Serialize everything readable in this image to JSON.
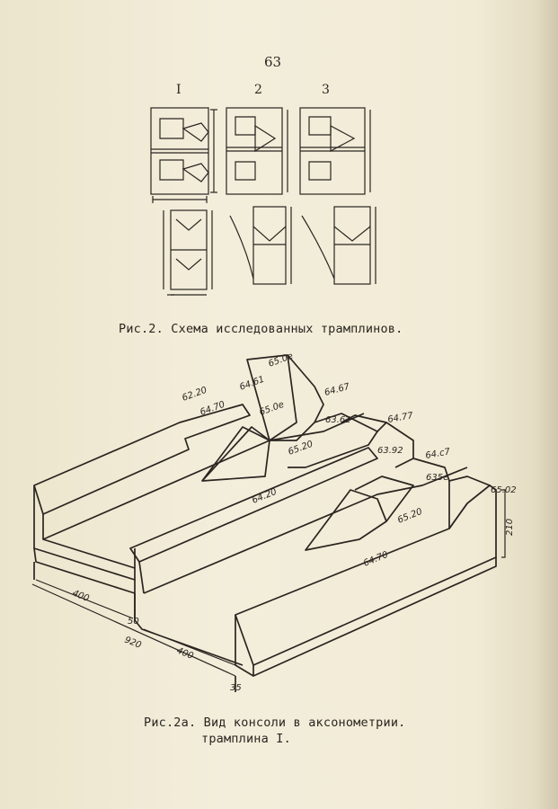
{
  "page_number": "63",
  "figure1": {
    "columns": [
      "I",
      "2",
      "3"
    ],
    "caption": "Рис.2. Схема исследованных трамплинов."
  },
  "figure2": {
    "caption_line1": "Рис.2а.  Вид консоли в аксонометрии.",
    "caption_line2": "трамплина I.",
    "labels": {
      "l1": "65.0e",
      "l2": "64.61",
      "l3": "64.67",
      "l4": "62.20",
      "l5": "64.70",
      "l6": "65.0e",
      "l7": "63.62",
      "l8": "64.77",
      "l9": "63.92",
      "l10": "65.20",
      "l11": "64.c7",
      "l12": "635e",
      "l13": "65.02",
      "l14": "64.20",
      "l15": "65.20",
      "l16": "64.70",
      "l17": "210",
      "l18": "400",
      "l19": "50",
      "l20": "920",
      "l21": "400",
      "l22": "35"
    }
  }
}
